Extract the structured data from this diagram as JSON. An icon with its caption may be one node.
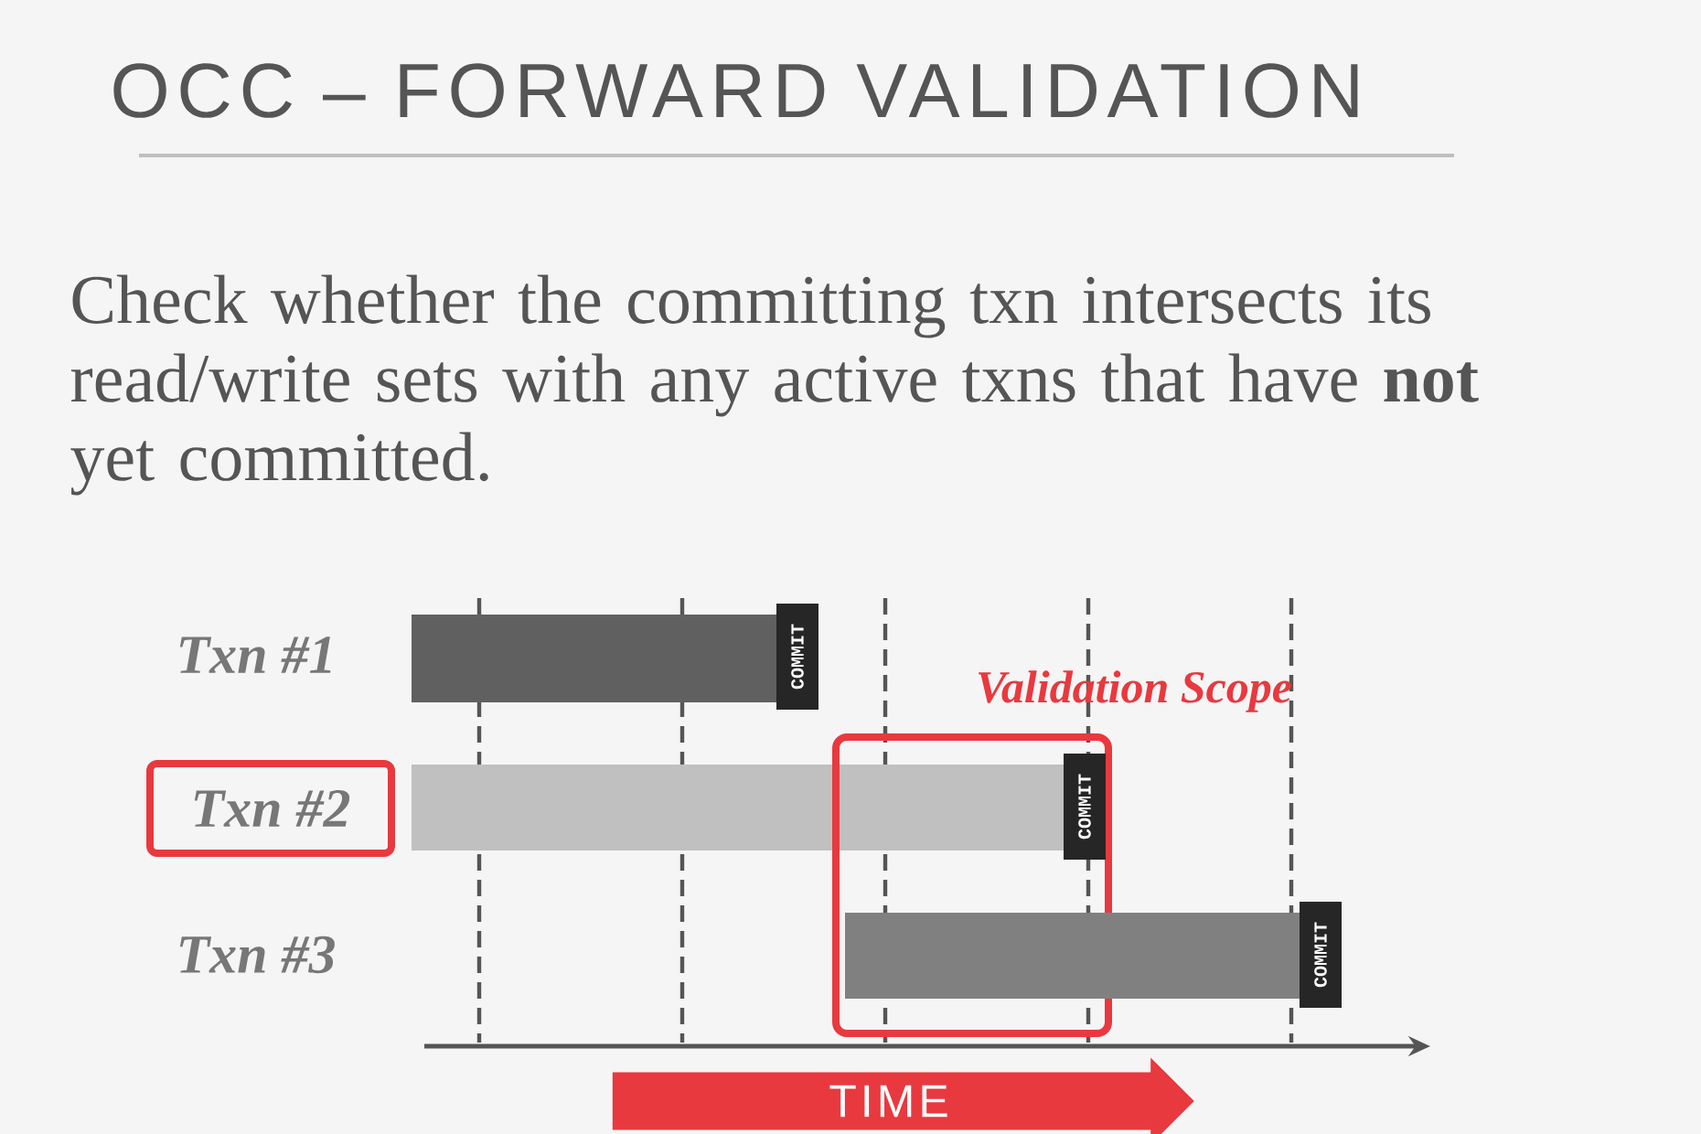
{
  "diagram": {
    "title": "OCC – FORWARD VALIDATION",
    "nodes": [
      {
        "text": [],
        "shape": "bar"
      },
      {
        "text": [
          "COMMIT"
        ]
      },
      {
        "text": [
          "Txn #2"
        ]
      },
      {
        "text": [],
        "shape": "bar"
      },
      {
        "text": [
          "Validation Scope"
        ]
      },
      {
        "text": [
          "COMMIT"
        ],
        "in": 4
      },
      {
        "text": [],
        "shape": "bar"
      },
      {
        "text": [
          "COMMIT"
        ]
      },
      {
        "text": [
          "TIME"
        ]
      }
    ],
    "labels": [
      "Check whether the committing txn intersects its read/write sets with any active txns that have **not** yet committed.",
      "Txn #1",
      "Txn #3"
    ]
  }
}
